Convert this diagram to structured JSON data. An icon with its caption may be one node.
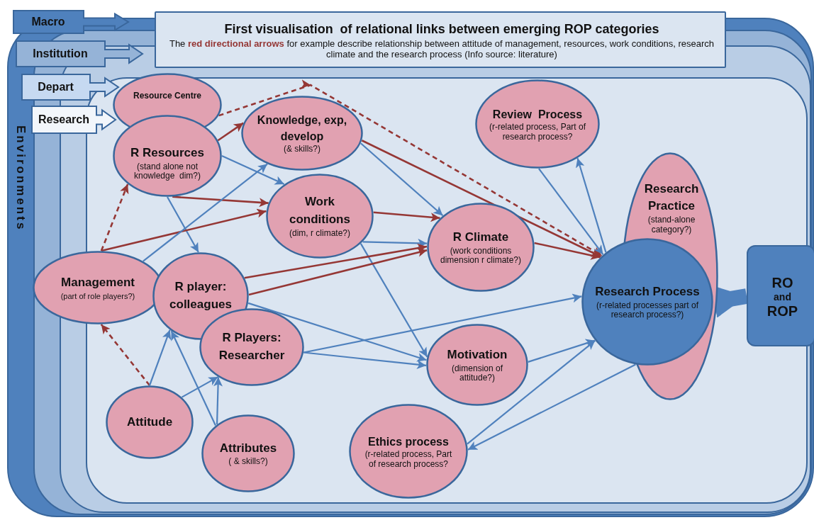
{
  "diagram": {
    "nodes": [
      {
        "text": [
          "Environments"
        ]
      },
      {
        "text": [],
        "shape": "box",
        "in": 0
      },
      {
        "text": [],
        "shape": "box",
        "in": 1
      },
      {
        "text": [],
        "shape": "box",
        "in": 2
      },
      {
        "text": [
          "Macro"
        ]
      },
      {
        "text": [
          "Institution"
        ],
        "in": 0
      },
      {
        "text": [
          "Depart"
        ],
        "in": 0
      },
      {
        "text": [
          "Research"
        ],
        "in": 1
      },
      {
        "text": [
          "First visualisation  of relational links between emerging ROP categories",
          "The **red directional arrows** for example describe relationship between attitude of management, resources, work conditions, research climate and the research process (Info source: literature)"
        ]
      },
      {
        "text": [
          "Resource Centre"
        ],
        "in": 3
      },
      {
        "text": [
          "R Resources",
          "(stand alone not knowledge  dim?)"
        ],
        "in": 3
      },
      {
        "text": [
          "Knowledge, exp, develop",
          "(& skills?)"
        ],
        "in": 3
      },
      {
        "text": [
          "Work conditions",
          "(dim, r climate?)"
        ],
        "in": 3
      },
      {
        "text": [
          "Review  Process",
          "(r-related process, Part of research process?"
        ],
        "in": 3
      },
      {
        "text": [
          "Research Practice",
          "(stand-alone category?)"
        ],
        "in": 3
      },
      {
        "text": [
          "R Climate",
          "(work conditions dimension r climate?)"
        ],
        "in": 3
      },
      {
        "text": [
          "Research Process",
          "(r-related processes part of research process?)"
        ],
        "in": 3
      },
      {
        "text": [
          "RO",
          "and",
          "ROP"
        ],
        "in": 3
      },
      {
        "text": [
          "Management",
          "(part of role players?)"
        ],
        "in": 3
      },
      {
        "text": [
          "R player: colleagues"
        ],
        "in": 3
      },
      {
        "text": [
          "R Players: Researcher"
        ],
        "in": 3
      },
      {
        "text": [
          "Motivation",
          "(dimension of attitude?)"
        ],
        "in": 3
      },
      {
        "text": [
          "Attitude"
        ],
        "in": 3
      },
      {
        "text": [
          "Attributes",
          "( & skills?)"
        ],
        "in": 3
      },
      {
        "text": [
          "Ethics process",
          "(r-related process, Part of research process?"
        ],
        "in": 3
      }
    ],
    "edges": [
      {
        "from": 9,
        "to": 16,
        "arrow": "to",
        "style": "dashed",
        "color": "#953735"
      },
      {
        "from": 10,
        "to": 11,
        "arrow": "to",
        "color": "#953735"
      },
      {
        "from": 10,
        "to": 12,
        "arrow": "to",
        "color": "#953735"
      },
      {
        "from": 10,
        "to": 12,
        "arrow": "to"
      },
      {
        "from": 10,
        "to": 19,
        "arrow": "to"
      },
      {
        "from": 18,
        "to": 10,
        "arrow": "to",
        "style": "dashed",
        "color": "#953735"
      },
      {
        "from": 18,
        "to": 12,
        "arrow": "to",
        "color": "#953735"
      },
      {
        "from": 18,
        "to": 11,
        "arrow": "to"
      },
      {
        "from": 11,
        "to": 15,
        "arrow": "to"
      },
      {
        "from": 11,
        "to": 16,
        "arrow": "to",
        "color": "#953735"
      },
      {
        "from": 12,
        "to": 15,
        "arrow": "to",
        "color": "#953735"
      },
      {
        "from": 12,
        "to": 15,
        "arrow": "to"
      },
      {
        "from": 12,
        "to": 21,
        "arrow": "to"
      },
      {
        "from": 15,
        "to": 16,
        "arrow": "to",
        "color": "#953735"
      },
      {
        "from": 13,
        "to": 16,
        "arrow": "to"
      },
      {
        "from": 16,
        "to": 13,
        "arrow": "to"
      },
      {
        "from": 19,
        "to": 15,
        "arrow": "to",
        "color": "#953735"
      },
      {
        "from": 19,
        "to": 15,
        "arrow": "to",
        "color": "#953735"
      },
      {
        "from": 19,
        "to": 21,
        "arrow": "to"
      },
      {
        "from": 20,
        "to": 21,
        "arrow": "to"
      },
      {
        "from": 20,
        "to": 16,
        "arrow": "to"
      },
      {
        "from": 21,
        "to": 16,
        "arrow": "to"
      },
      {
        "from": 24,
        "to": 16,
        "arrow": "to"
      },
      {
        "from": 16,
        "to": 24,
        "arrow": "to"
      },
      {
        "from": 22,
        "to": 18,
        "arrow": "to",
        "style": "dashed",
        "color": "#953735"
      },
      {
        "from": 22,
        "to": 19,
        "arrow": "to"
      },
      {
        "from": 22,
        "to": 20,
        "arrow": "to"
      },
      {
        "from": 23,
        "to": 20,
        "arrow": "to"
      },
      {
        "from": 23,
        "to": 19,
        "arrow": "to"
      },
      {
        "from": 16,
        "to": 17,
        "arrow": "to",
        "style": "thick"
      }
    ]
  }
}
